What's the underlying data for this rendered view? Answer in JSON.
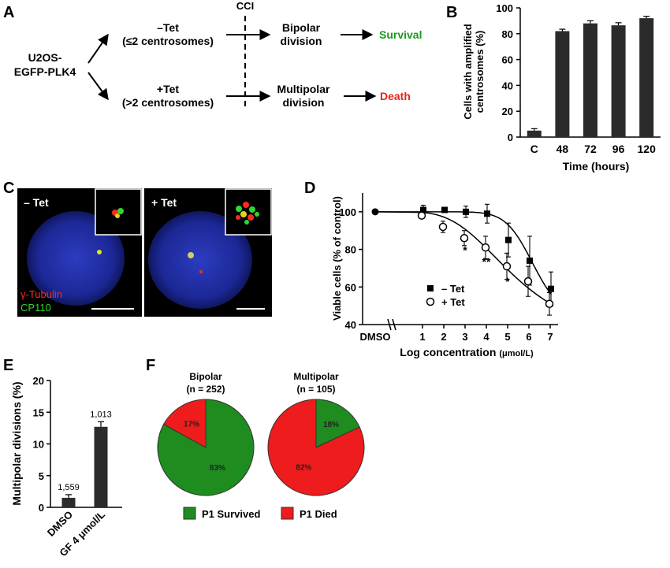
{
  "panels": {
    "a": "A",
    "b": "B",
    "c": "C",
    "d": "D",
    "e": "E",
    "f": "F"
  },
  "flow": {
    "cell_line_1": "U2OS-",
    "cell_line_2": "EGFP-PLK4",
    "minus_tet": "–Tet",
    "minus_tet_sub": "(≤2 centrosomes)",
    "plus_tet": "+Tet",
    "plus_tet_sub": "(>2 centrosomes)",
    "cci": "CCI",
    "bipolar_1": "Bipolar",
    "bipolar_2": "division",
    "multipolar_1": "Multipolar",
    "multipolar_2": "division",
    "survival": "Survival",
    "death": "Death",
    "survival_color": "#1a9a1a",
    "death_color": "#e8231c"
  },
  "micro": {
    "minus_label": "– Tet",
    "plus_label": "+ Tet",
    "stain_red": "γ-Tubulin",
    "stain_green": "CP110",
    "red_color": "#ff2a1a",
    "green_color": "#2ed82e"
  },
  "chart_data": [
    {
      "panel": "B",
      "type": "bar",
      "categories": [
        "C",
        "48",
        "72",
        "96",
        "120"
      ],
      "values": [
        5,
        82,
        88,
        86.5,
        92
      ],
      "errors": [
        1.5,
        1.5,
        2,
        2,
        1.5
      ],
      "ylim": [
        0,
        100
      ],
      "yticks": [
        0,
        20,
        40,
        60,
        80,
        100
      ],
      "xlabel": "Time (hours)",
      "ylabel_1": "Cells with amplified",
      "ylabel_2": "centrosomes (%)",
      "bar_color": "#2b2b2b"
    },
    {
      "panel": "D",
      "type": "scatter",
      "xlabel": "Log concentration",
      "xlabel_unit": "(μmol/L)",
      "ylabel": "Viable cells (% of control)",
      "xticks": [
        "1",
        "2",
        "3",
        "4",
        "5",
        "6",
        "7"
      ],
      "x_control_label": "DMSO",
      "ylim": [
        40,
        110
      ],
      "yticks": [
        40,
        60,
        80,
        100
      ],
      "control_value": 100,
      "series": [
        {
          "name": "– Tet",
          "marker": "filled-square",
          "x": [
            1,
            2,
            3,
            4,
            5,
            6,
            7
          ],
          "y": [
            101,
            101,
            100,
            99,
            85,
            74,
            59
          ],
          "err": [
            2.5,
            1,
            3,
            5,
            9,
            13,
            9
          ]
        },
        {
          "name": "+ Tet",
          "marker": "open-circle",
          "x": [
            1,
            2,
            3,
            4,
            5,
            6,
            7
          ],
          "y": [
            98,
            92,
            86,
            81,
            71,
            63,
            51
          ],
          "err": [
            1.5,
            3,
            4,
            6,
            7,
            8,
            6
          ]
        }
      ],
      "annotations": [
        {
          "x": 3,
          "y": 77.5,
          "text": "*"
        },
        {
          "x": 4,
          "y": 71.5,
          "text": "**"
        },
        {
          "x": 5,
          "y": 61,
          "text": "*"
        }
      ]
    },
    {
      "panel": "E",
      "type": "bar",
      "categories": [
        "DMSO",
        "GF 4 μmol/L"
      ],
      "values": [
        1.5,
        12.7
      ],
      "errors": [
        0.5,
        0.8
      ],
      "data_labels": [
        "1,559",
        "1,013"
      ],
      "ylim": [
        0,
        20
      ],
      "yticks": [
        0,
        5,
        10,
        15,
        20
      ],
      "ylabel": "Multipolar divisions (%)",
      "bar_color": "#2b2b2b"
    },
    {
      "panel": "F",
      "type": "pie",
      "pies": [
        {
          "title": "Bipolar",
          "n_label": "(n = 252)",
          "slices": [
            {
              "label": "17%",
              "value": 17,
              "category": "P1 Died"
            },
            {
              "label": "83%",
              "value": 83,
              "category": "P1 Survived"
            }
          ]
        },
        {
          "title": "Multipolar",
          "n_label": "(n = 105)",
          "slices": [
            {
              "label": "18%",
              "value": 18,
              "category": "P1 Survived"
            },
            {
              "label": "82%",
              "value": 82,
              "category": "P1 Died"
            }
          ]
        }
      ],
      "legend": [
        {
          "name": "P1 Survived",
          "color": "#1e8c1e"
        },
        {
          "name": "P1 Died",
          "color": "#ee1c1c"
        }
      ]
    }
  ]
}
